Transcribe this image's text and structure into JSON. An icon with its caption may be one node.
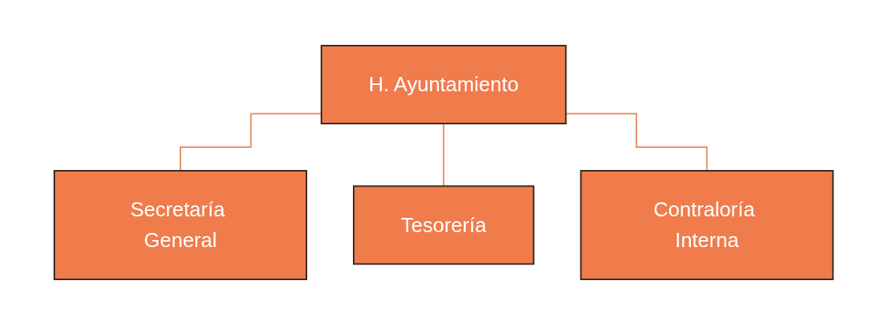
{
  "diagram": {
    "nodes": [
      {
        "text": [
          "H. Ayuntamiento"
        ]
      },
      {
        "text": [
          "Secretaría General"
        ]
      },
      {
        "text": [
          "Tesorería"
        ]
      },
      {
        "text": [
          "Contraloría Interna"
        ]
      }
    ],
    "edges": [
      {
        "from": 0,
        "to": 1,
        "arrow": "none"
      },
      {
        "from": 0,
        "to": 2,
        "arrow": "none"
      },
      {
        "from": 0,
        "to": 3,
        "arrow": "none"
      }
    ]
  }
}
